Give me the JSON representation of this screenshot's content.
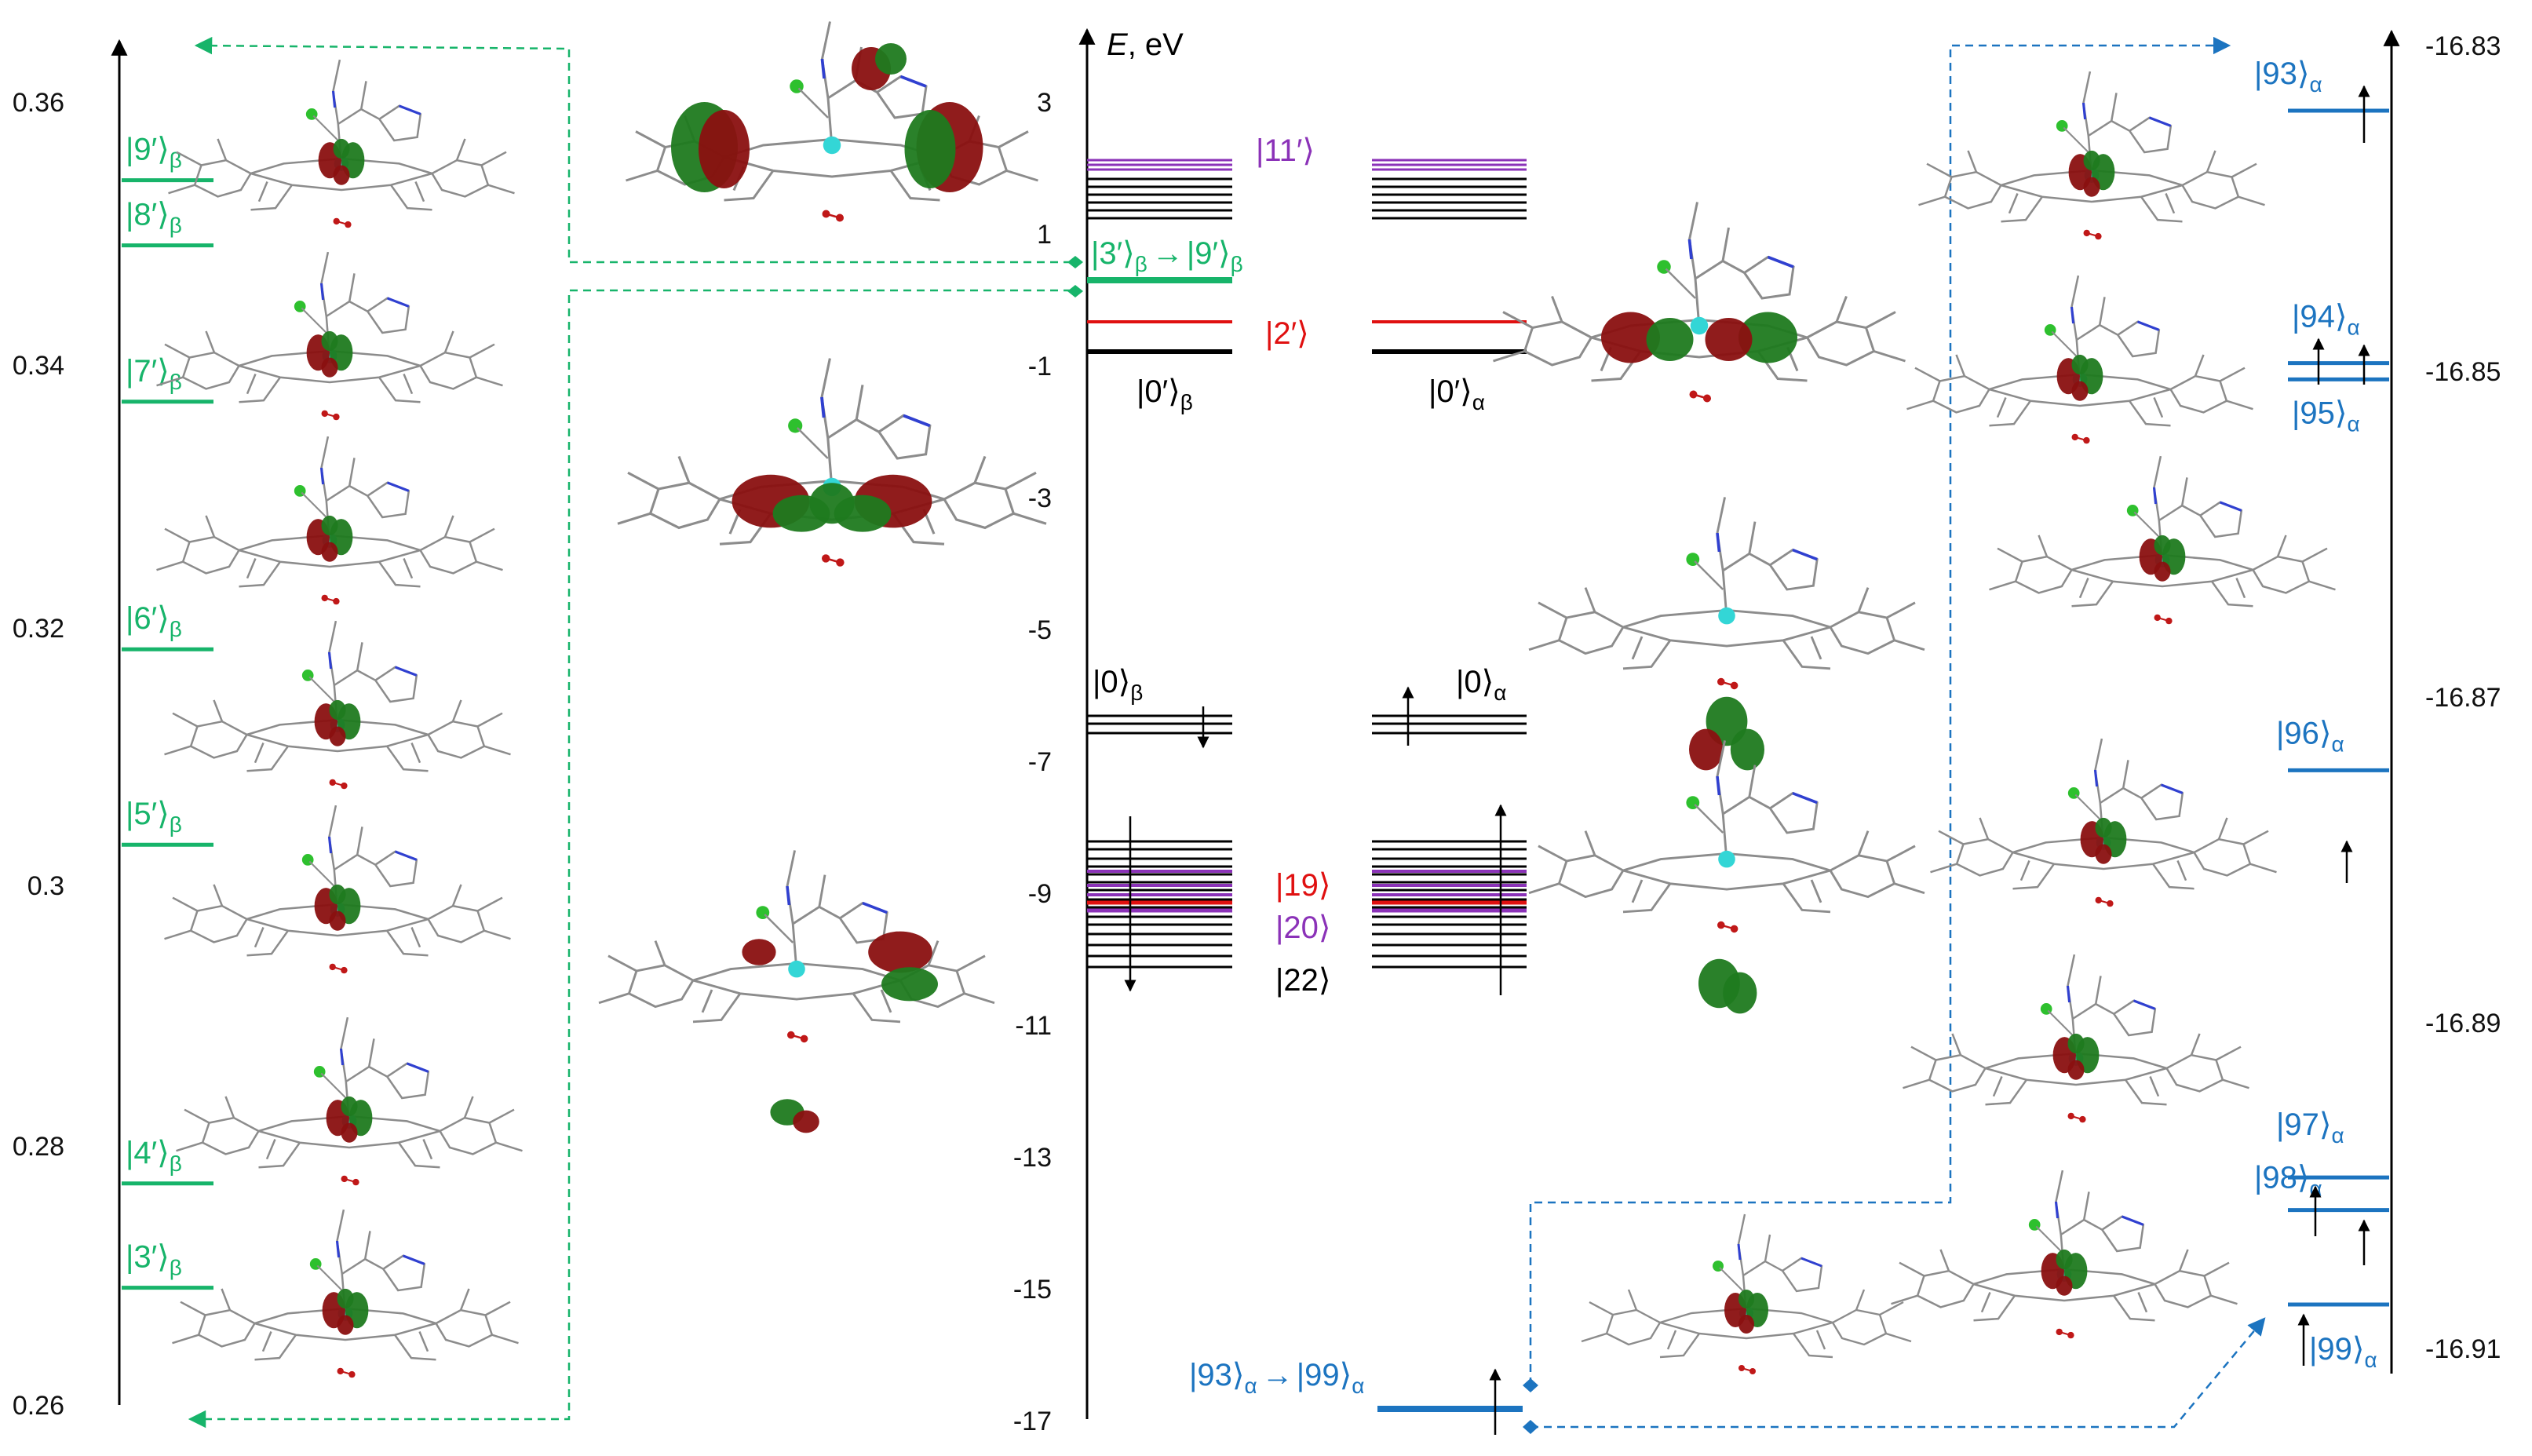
{
  "colors": {
    "green": "#17b46a",
    "blue": "#1c74c0",
    "red": "#e01010",
    "purple": "#8b32b8",
    "black": "#000000",
    "lobe_red": "#8a1010",
    "lobe_green": "#1f7a1f",
    "metal": "#33d6d6",
    "chlorine": "#2ec02e"
  },
  "left_axis": {
    "ticks": [
      "0.36",
      "0.34",
      "0.32",
      "0.3",
      "0.28",
      "0.26"
    ],
    "levels": [
      {
        "label": "|9′⟩",
        "sub": "β",
        "value": 0.354
      },
      {
        "label": "|8′⟩",
        "sub": "β",
        "value": 0.349
      },
      {
        "label": "|7′⟩",
        "sub": "β",
        "value": 0.337
      },
      {
        "label": "|6′⟩",
        "sub": "β",
        "value": 0.318
      },
      {
        "label": "|5′⟩",
        "sub": "β",
        "value": 0.303
      },
      {
        "label": "|4′⟩",
        "sub": "β",
        "value": 0.277
      },
      {
        "label": "|3′⟩",
        "sub": "β",
        "value": 0.269
      }
    ]
  },
  "center_axis": {
    "title_italic": "E",
    "title_rest": ", eV",
    "ticks": [
      "3",
      "1",
      "-1",
      "-3",
      "-5",
      "-7",
      "-9",
      "-11",
      "-13",
      "-15",
      "-17"
    ],
    "labels": {
      "l11": "|11′⟩",
      "l3to9_a": "|3′⟩",
      "l3to9_sub1": "β",
      "l3to9_arrow": "→",
      "l3to9_b": "|9′⟩",
      "l3to9_sub2": "β",
      "l2": "|2′⟩",
      "l0pb": "|0′⟩",
      "l0pb_sub": "β",
      "l0pa": "|0′⟩",
      "l0pa_sub": "α",
      "l0b": "|0⟩",
      "l0b_sub": "β",
      "l0a": "|0⟩",
      "l0a_sub": "α",
      "l19": "|19⟩",
      "l20": "|20⟩",
      "l22": "|22⟩",
      "l93to99_a": "|93⟩",
      "l93to99_sub1": "α",
      "l93to99_arrow": "→",
      "l93to99_b": "|99⟩",
      "l93to99_sub2": "α"
    }
  },
  "right_axis": {
    "ticks": [
      "-16.83",
      "-16.85",
      "-16.87",
      "-16.89",
      "-16.91"
    ],
    "levels": [
      {
        "label": "|93⟩",
        "sub": "α",
        "value": -16.834
      },
      {
        "label": "|94⟩",
        "sub": "α",
        "value": -16.8495
      },
      {
        "label": "|95⟩",
        "sub": "α",
        "value": -16.8505
      },
      {
        "label": "|96⟩",
        "sub": "α",
        "value": -16.8745
      },
      {
        "label": "|97⟩",
        "sub": "α",
        "value": -16.8995
      },
      {
        "label": "|98⟩",
        "sub": "α",
        "value": -16.9015
      },
      {
        "label": "|99⟩",
        "sub": "α",
        "value": -16.9073
      }
    ]
  }
}
